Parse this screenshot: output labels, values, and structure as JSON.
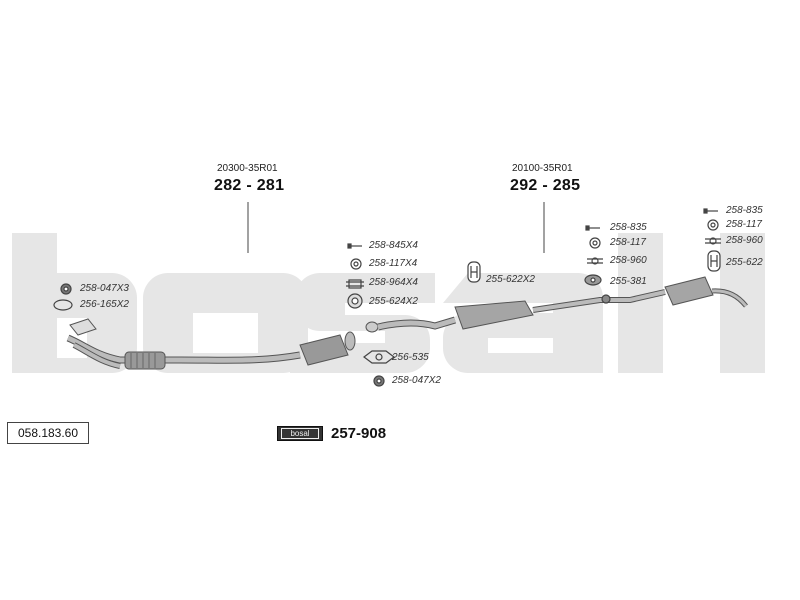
{
  "brand_watermark": "bosal",
  "diagram_number": "058.183.60",
  "kit": {
    "logo_text": "bosal",
    "number": "257-908"
  },
  "sections": [
    {
      "oe": "20300-35R01",
      "part": "282 - 281"
    },
    {
      "oe": "20100-35R01",
      "part": "292 - 285"
    }
  ],
  "fittings": {
    "front_a": "258-047X3",
    "front_b": "256-165X2",
    "mid_a": "258-845X4",
    "mid_b": "258-117X4",
    "mid_c": "258-964X4",
    "mid_d": "255-624X2",
    "low_a": "256-535",
    "low_b": "258-047X2",
    "center_hanger": "255-622X2",
    "rear_a": "258-835",
    "rear_b": "258-117",
    "rear_c": "258-960",
    "rear_d": "255-381",
    "tail_a": "258-835",
    "tail_b": "258-117",
    "tail_c": "258-960",
    "tail_d": "255-622"
  },
  "colors": {
    "watermark": "#e6e6e6",
    "pipe": "#9a9a9a",
    "pipe_stroke": "#555555"
  }
}
